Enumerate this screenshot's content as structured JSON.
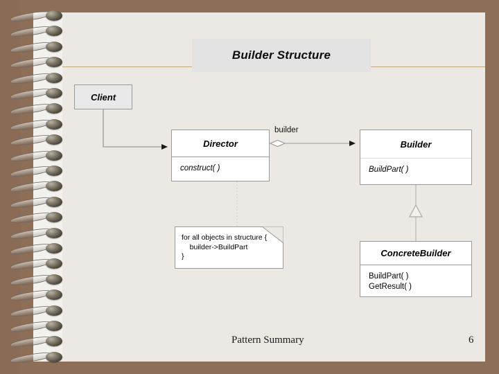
{
  "slide": {
    "title": "Builder Structure",
    "footer_label": "Pattern Summary",
    "page_number": "6",
    "colors": {
      "frame": "#8d6e57",
      "page": "#ece8e3",
      "title_box": "#e3e3e3",
      "rule": "#bfa77e",
      "box_border": "#9a9a9a",
      "box_fill": "#ffffff",
      "box_fill_shaded": "#e9e9e9"
    }
  },
  "diagram": {
    "type": "uml-class-diagram",
    "classes": [
      {
        "id": "client",
        "name": "Client",
        "abstract": true,
        "operations": [],
        "fill": "shaded"
      },
      {
        "id": "director",
        "name": "Director",
        "abstract": true,
        "operations": [
          "construct( )"
        ],
        "operations_italic": true,
        "fill": "white"
      },
      {
        "id": "builder",
        "name": "Builder",
        "abstract": true,
        "operations": [
          "BuildPart( )"
        ],
        "operations_italic": true,
        "fill": "white"
      },
      {
        "id": "concretebuilder",
        "name": "ConcreteBuilder",
        "abstract": false,
        "operations": [
          "BuildPart( )",
          "GetResult( )"
        ],
        "operations_italic": false,
        "fill": "white"
      }
    ],
    "relationships": [
      {
        "id": "client-director",
        "from": "client",
        "to": "director",
        "kind": "association-directed",
        "label": ""
      },
      {
        "id": "director-builder",
        "from": "director",
        "to": "builder",
        "kind": "aggregation-directed",
        "label": "builder"
      },
      {
        "id": "concretebuilder-builder",
        "from": "concretebuilder",
        "to": "builder",
        "kind": "generalization",
        "label": ""
      },
      {
        "id": "director-note",
        "from": "director",
        "to": "note",
        "kind": "note-anchor-dotted",
        "label": ""
      }
    ],
    "note": {
      "id": "note",
      "text": "for all objects in structure {\n    builder->BuildPart\n}"
    },
    "association_label": "builder"
  },
  "binding": {
    "kind": "spiral-binding",
    "ring_count": 23
  }
}
